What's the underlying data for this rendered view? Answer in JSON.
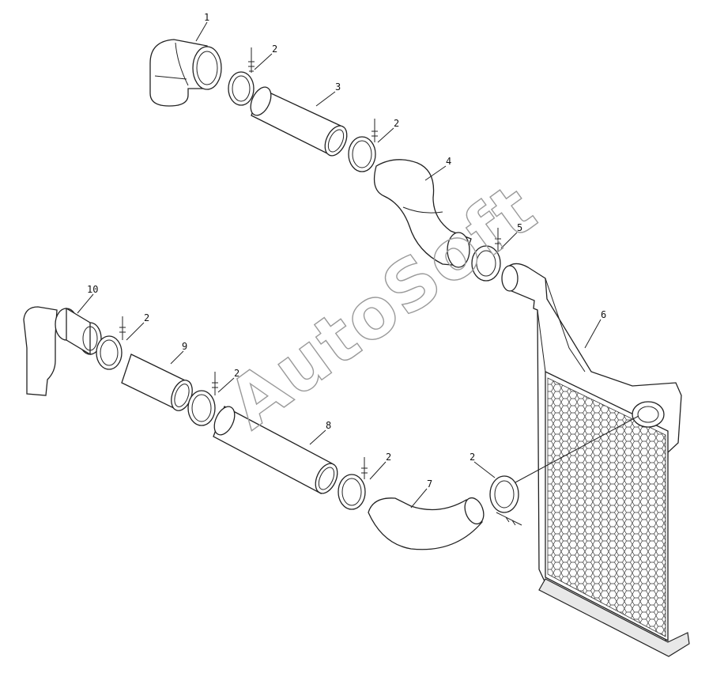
{
  "watermark": {
    "text": "AutoSoft"
  },
  "callouts": {
    "c1": "1",
    "c2a": "2",
    "c2b": "2",
    "c2c": "2",
    "c2d": "2",
    "c2e": "2",
    "c2f": "2",
    "c3": "3",
    "c4": "4",
    "c5": "5",
    "c6": "6",
    "c7": "7",
    "c8": "8",
    "c9": "9",
    "c10": "10"
  },
  "colors": {
    "line": "#222222",
    "background": "#ffffff",
    "watermark": "#9a9a9a"
  }
}
